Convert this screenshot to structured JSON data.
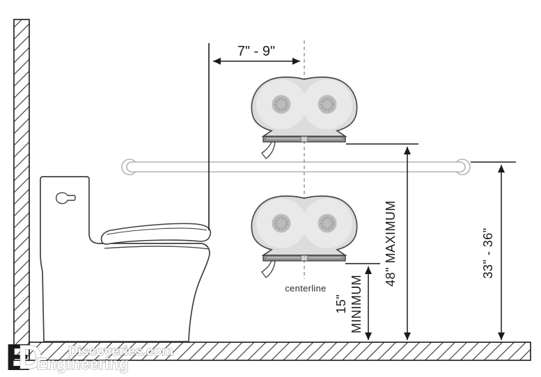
{
  "diagram": {
    "labels": {
      "offset_range": "7\" - 9\"",
      "max_height": "48\" MAXIMUM",
      "min_clearance_value": "15\"",
      "min_clearance_word": "MINIMUM",
      "grab_bar_height": "33\" - 36\"",
      "centerline": "centerline"
    },
    "colors": {
      "dimension_line": "#1a1a1a",
      "toilet_outline": "#3f3f3f",
      "grab_bar_outline": "#b3b3b3",
      "centerline": "#9a9a9a",
      "hatch": "#3c3c3c",
      "dispenser_outline": "#4a4a4a",
      "dispenser_body": "#dcdcdc",
      "dispenser_roll": "#e9e9e9",
      "dispenser_hub": "#bcbcbc",
      "dispenser_hub_ring": "#a6a6a6",
      "dispenser_tray": "#8e8e8e",
      "logo_yellow": "#f7d900",
      "logo_text_fill": "#ffffff",
      "logo_text_outline": "#9a9a9a"
    },
    "logo": {
      "monogram_e": "E",
      "monogram_d": "D",
      "line1": "Discoveries.com",
      "line2": "Engineering"
    }
  }
}
